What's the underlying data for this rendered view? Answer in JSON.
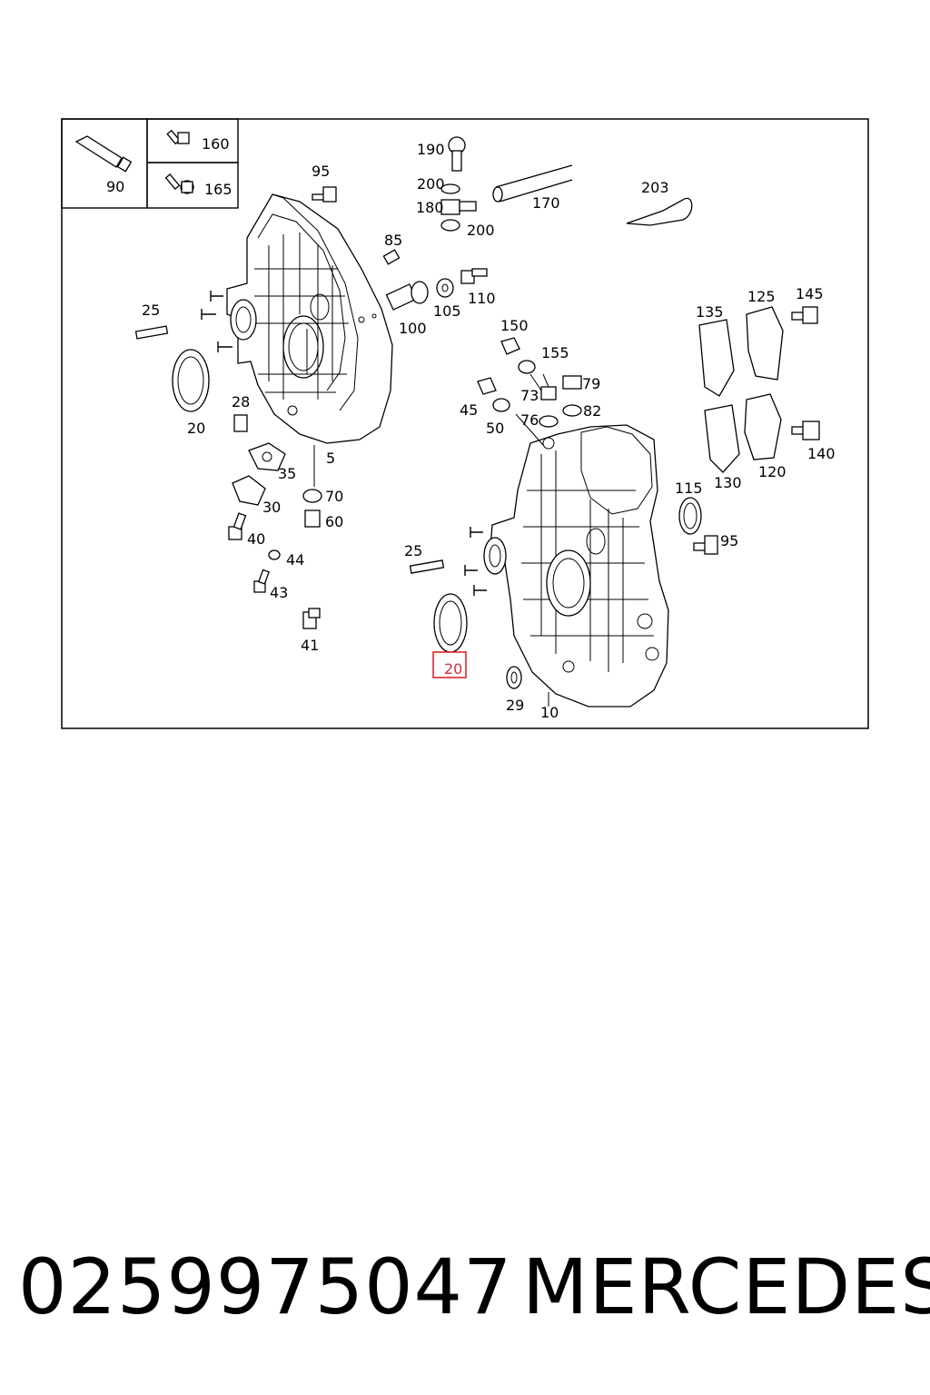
{
  "diagram": {
    "highlighted_label": "20",
    "highlight_color": "#e0262b",
    "legend": {
      "tube": "90",
      "bolt_a": "160",
      "bolt_b": "165"
    },
    "callouts": {
      "c95a": "95",
      "c190": "190",
      "c200a": "200",
      "c180": "180",
      "c200b": "200",
      "c170": "170",
      "c203": "203",
      "c85": "85",
      "c100": "100",
      "c105": "105",
      "c110": "110",
      "c25a": "25",
      "c20a": "20",
      "c28": "28",
      "c5": "5",
      "c35": "35",
      "c30": "30",
      "c70": "70",
      "c60": "60",
      "c40": "40",
      "c44": "44",
      "c43": "43",
      "c41": "41",
      "c150": "150",
      "c155": "155",
      "c45": "45",
      "c73": "73",
      "c79": "79",
      "c50": "50",
      "c76": "76",
      "c82": "82",
      "c135": "135",
      "c125": "125",
      "c145": "145",
      "c130": "130",
      "c120": "120",
      "c140": "140",
      "c115": "115",
      "c95b": "95",
      "c25b": "25",
      "c29": "29",
      "c10": "10"
    }
  },
  "footer": {
    "part_number": "0259975047",
    "brand": "MERCEDES"
  }
}
